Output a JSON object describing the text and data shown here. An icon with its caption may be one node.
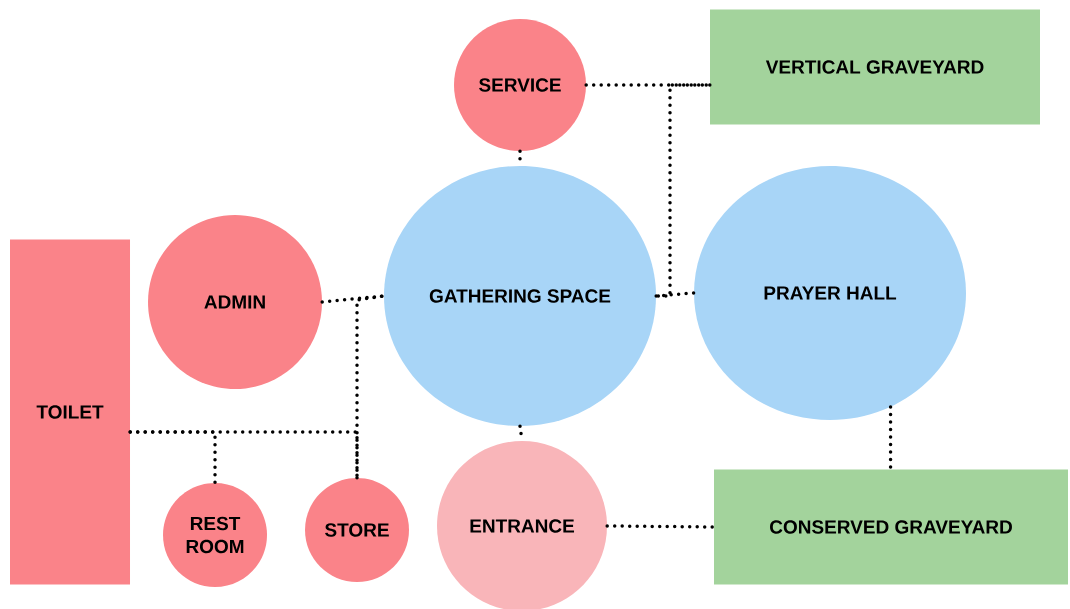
{
  "diagram": {
    "nodes": [
      {
        "text": [
          "SERVICE"
        ]
      },
      {
        "text": [
          "VERTICAL GRAVEYARD"
        ]
      },
      {
        "text": [
          "TOILET"
        ]
      },
      {
        "text": [
          "ADMIN"
        ]
      },
      {
        "text": [
          "GATHERING SPACE"
        ]
      },
      {
        "text": [
          "PRAYER HALL"
        ]
      },
      {
        "text": [
          "REST ROOM"
        ]
      },
      {
        "text": [
          "STORE"
        ]
      },
      {
        "text": [
          "ENTRANCE"
        ]
      },
      {
        "text": [
          "CONSERVED GRAVEYARD"
        ]
      }
    ],
    "edges": [
      {
        "from": 0,
        "to": 1,
        "arrow": "none"
      },
      {
        "from": 0,
        "to": 4,
        "arrow": "none"
      },
      {
        "from": 1,
        "to": 4,
        "arrow": "none"
      },
      {
        "from": 4,
        "to": 5,
        "arrow": "none"
      },
      {
        "from": 3,
        "to": 4,
        "arrow": "none"
      },
      {
        "from": 7,
        "to": 4,
        "arrow": "none"
      },
      {
        "from": 2,
        "to": 7,
        "arrow": "none"
      },
      {
        "from": 2,
        "to": 6,
        "arrow": "none"
      },
      {
        "from": 4,
        "to": 8,
        "arrow": "none"
      },
      {
        "from": 8,
        "to": 9,
        "arrow": "none"
      },
      {
        "from": 5,
        "to": 9,
        "arrow": "none"
      }
    ]
  }
}
